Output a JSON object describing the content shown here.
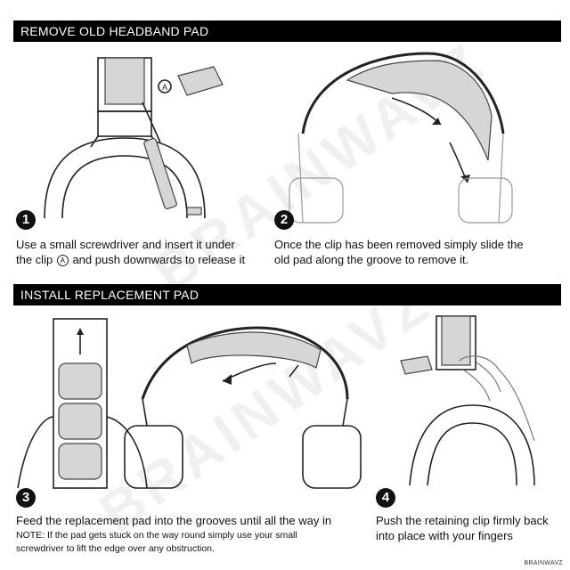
{
  "sections": {
    "remove": {
      "title": "REMOVE OLD HEADBAND PAD"
    },
    "install": {
      "title": "INSTALL REPLACEMENT PAD"
    }
  },
  "steps": [
    {
      "number": "1",
      "lines": [
        "Use a small screwdriver and insert it under",
        "the clip",
        "and push downwards to release it"
      ]
    },
    {
      "number": "2",
      "lines": [
        "Once the clip has been removed simply slide the",
        "old pad along the groove to remove it."
      ]
    },
    {
      "number": "3",
      "lines": [
        "Feed the replacement pad into the grooves until all the way in"
      ],
      "note": [
        "NOTE: If the pad gets stuck on the way round simply use your small",
        "screwdriver to lift the edge over any obstruction."
      ]
    },
    {
      "number": "4",
      "lines": [
        "Push the retaining clip firmly back",
        "into place with your fingers"
      ]
    }
  ],
  "clip_label": "A",
  "brand": "BRAINWAVZ",
  "watermarks": [
    "BRAINWAVZ",
    "BRAINWAVZ"
  ],
  "icons": [
    "screwdriver-icon",
    "headband-clip-icon",
    "slide-arrow-icon",
    "hand-icon",
    "headphones-icon"
  ]
}
